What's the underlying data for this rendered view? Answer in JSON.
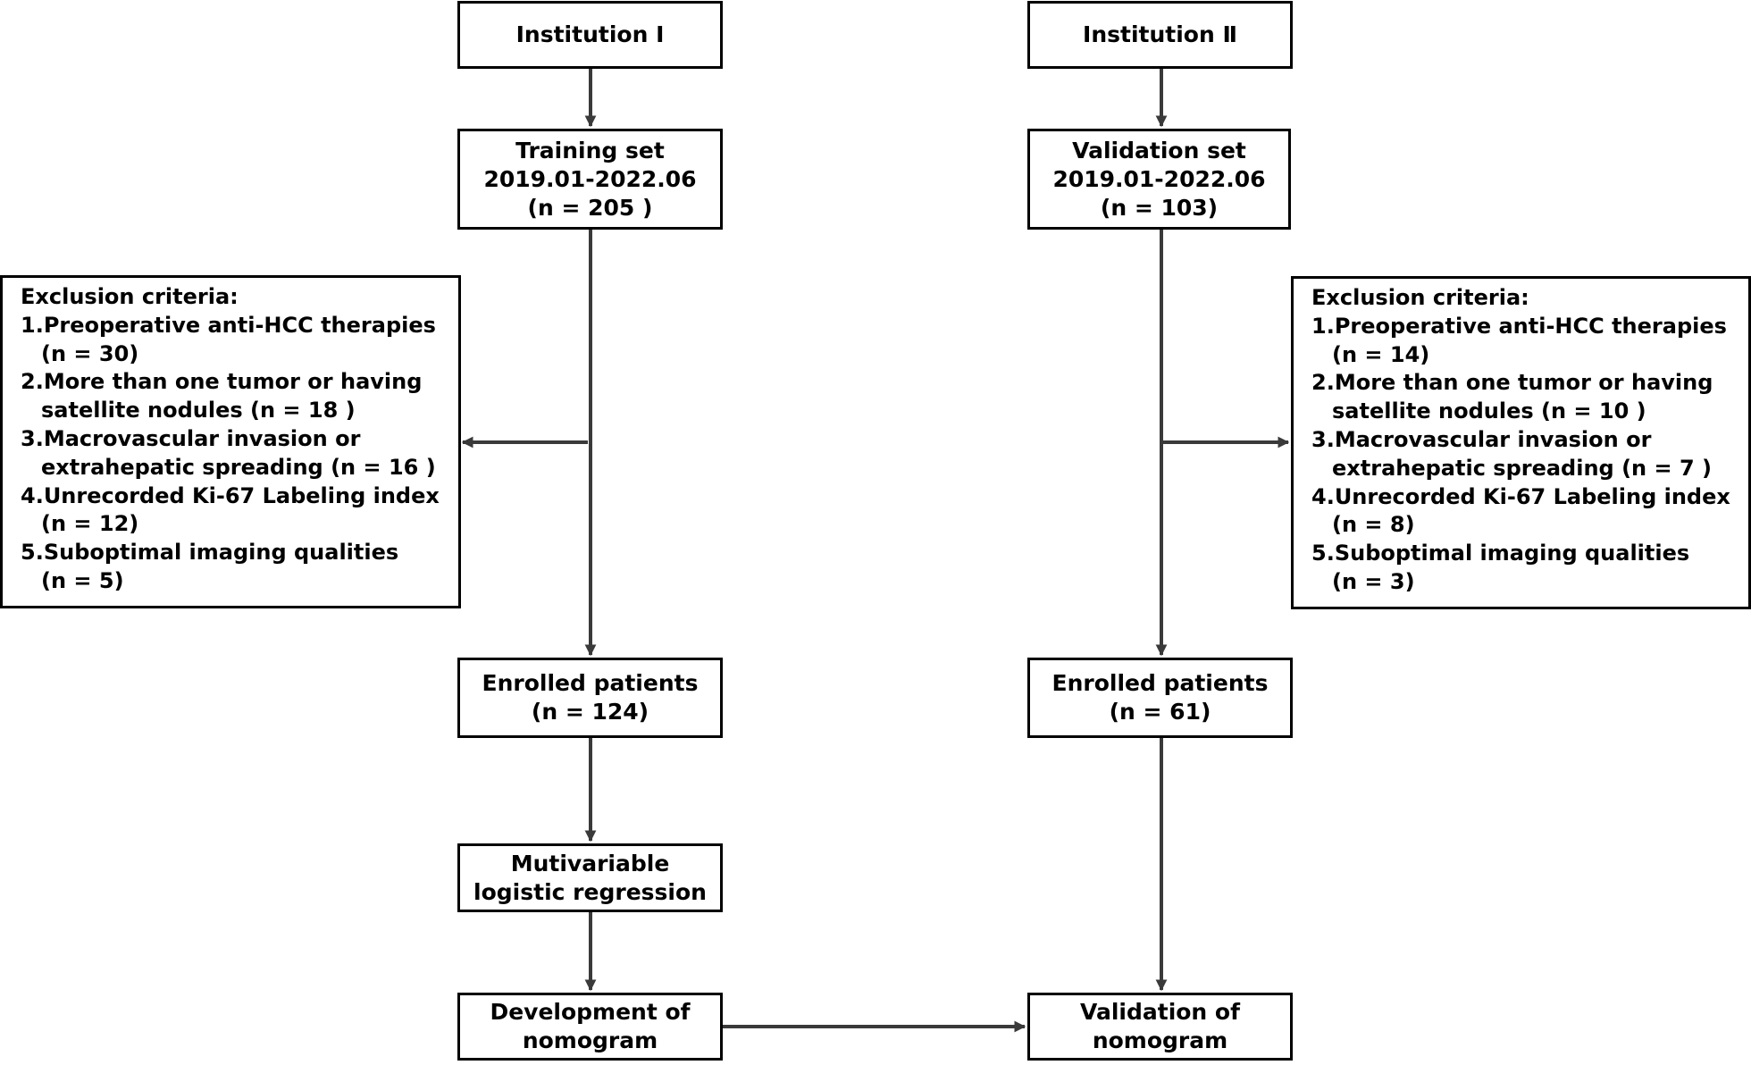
{
  "left": {
    "institution": "Institution Ⅰ",
    "set_lines": [
      "Training set",
      "2019.01-2022.06",
      "(n = 205 )"
    ],
    "exclusion": {
      "title": "Exclusion criteria:",
      "items": [
        {
          "first": "1.Preoperative anti-HCC therapies",
          "second": "(n = 30)"
        },
        {
          "first": "2.More than one tumor or having",
          "second": "satellite nodules (n = 18 )"
        },
        {
          "first": "3.Macrovascular invasion or",
          "second": "extrahepatic spreading (n = 16 )"
        },
        {
          "first": "4.Unrecorded Ki-67 Labeling index",
          "second": "(n = 12)"
        },
        {
          "first": "5.Suboptimal imaging qualities",
          "second": "(n = 5)"
        }
      ]
    },
    "enrolled_lines": [
      "Enrolled patients",
      "(n = 124)"
    ],
    "regression_lines": [
      "Mutivariable",
      "logistic regression"
    ],
    "nomogram_lines": [
      "Development of",
      "nomogram"
    ]
  },
  "right": {
    "institution": "Institution Ⅱ",
    "set_lines": [
      "Validation set",
      "2019.01-2022.06",
      "(n = 103)"
    ],
    "exclusion": {
      "title": "Exclusion criteria:",
      "items": [
        {
          "first": "1.Preoperative anti-HCC therapies",
          "second": "(n = 14)"
        },
        {
          "first": "2.More than one tumor or having",
          "second": "satellite nodules (n = 10 )"
        },
        {
          "first": "3.Macrovascular invasion or",
          "second": "extrahepatic spreading (n = 7 )"
        },
        {
          "first": "4.Unrecorded Ki-67 Labeling index",
          "second": "(n = 8)"
        },
        {
          "first": "5.Suboptimal imaging qualities",
          "second": "(n = 3)"
        }
      ]
    },
    "enrolled_lines": [
      "Enrolled patients",
      "(n = 61)"
    ],
    "nomogram_lines": [
      "Validation of",
      "nomogram"
    ]
  },
  "colors": {
    "box_border": "#000000",
    "arrow": "#3a3a3a",
    "text": "#000000",
    "background": "#ffffff"
  }
}
